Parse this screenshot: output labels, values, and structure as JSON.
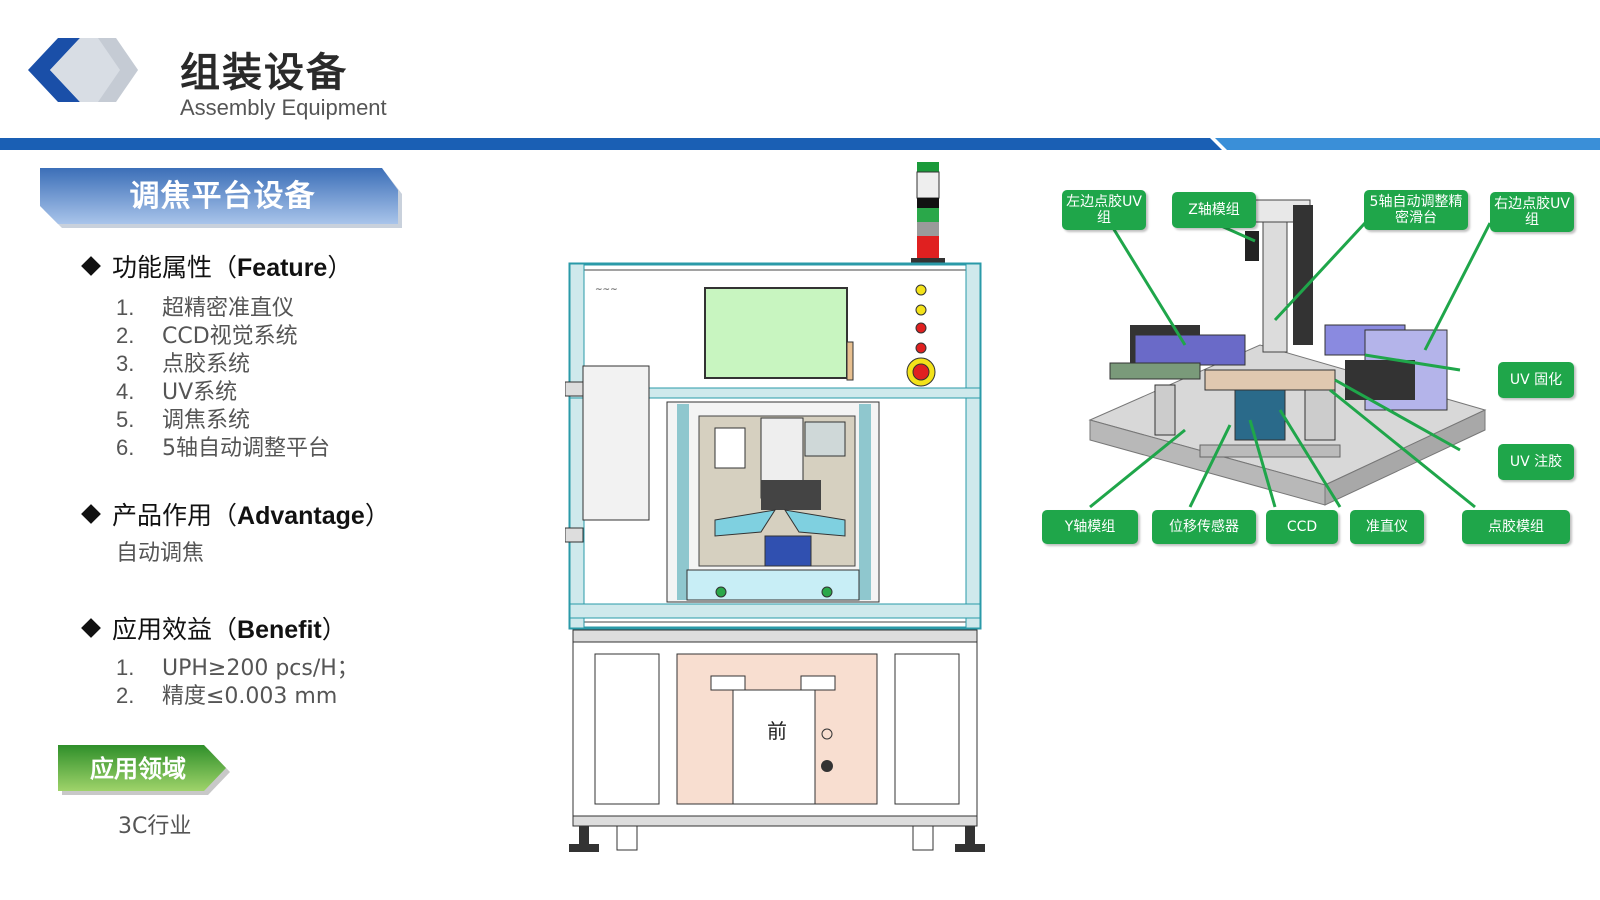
{
  "header": {
    "title_cn": "组装设备",
    "title_en": "Assembly Equipment"
  },
  "colors": {
    "brand_blue": "#1a5fb4",
    "band_light_blue": "#3a8fd8",
    "tab_blue_light": "#8fb0de",
    "callout_green": "#1fa64a",
    "tab_green": "#5db33a"
  },
  "section_title": "调焦平台设备",
  "feature": {
    "heading_cn": "功能属性（",
    "heading_en": "Feature",
    "heading_close": "）",
    "items": [
      {
        "num": "1.",
        "text": "超精密准直仪"
      },
      {
        "num": "2.",
        "text": "CCD视觉系统"
      },
      {
        "num": "3.",
        "text": "点胶系统"
      },
      {
        "num": "4.",
        "text": "UV系统"
      },
      {
        "num": "5.",
        "text": "调焦系统"
      },
      {
        "num": "6.",
        "text": "5轴自动调整平台"
      }
    ]
  },
  "advantage": {
    "heading_cn": "产品作用（",
    "heading_en": "Advantage",
    "heading_close": "）",
    "text": "自动调焦"
  },
  "benefit": {
    "heading_cn": "应用效益（",
    "heading_en": "Benefit",
    "heading_close": "）",
    "items": [
      {
        "num": "1.",
        "text": "UPH≥200 pcs/H；"
      },
      {
        "num": "2.",
        "text": "精度≤0.003 mm"
      }
    ]
  },
  "application": {
    "label": "应用领域",
    "text": "3C行业"
  },
  "machine_panel": {
    "door_character": "前"
  },
  "callouts": {
    "left_glue_uv": "左边点胶UV组",
    "z_axis": "Z轴模组",
    "five_axis": "5轴自动调整精密滑台",
    "right_glue_uv": "右边点胶UV组",
    "uv_cure": "UV 固化",
    "uv_inject": "UV 注胶",
    "y_axis": "Y轴模组",
    "displacement_sensor": "位移传感器",
    "ccd": "CCD",
    "collimator": "准直仪",
    "glue_module": "点胶模组"
  }
}
